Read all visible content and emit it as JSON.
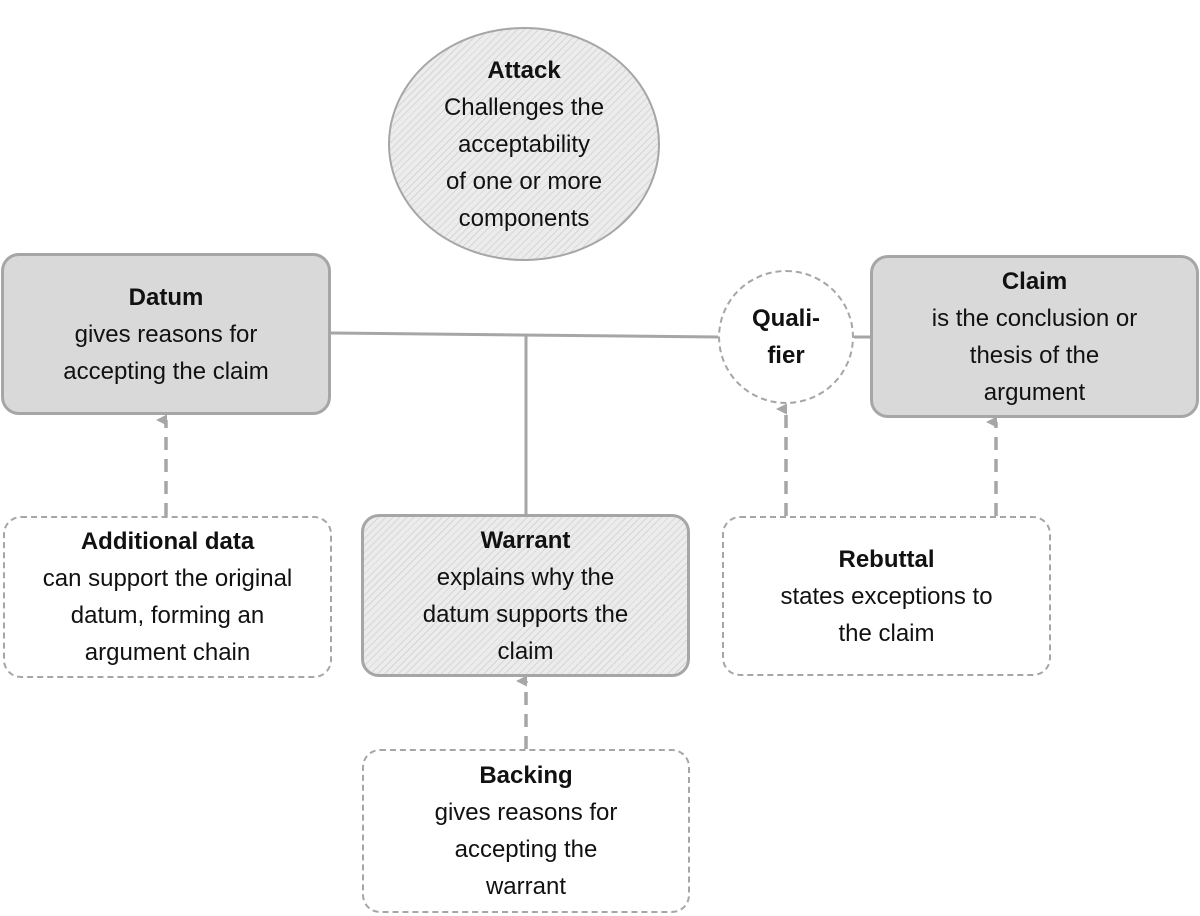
{
  "attack": {
    "title": "Attack",
    "desc": "Challenges the\nacceptability\nof one or more\ncomponents"
  },
  "datum": {
    "title": "Datum",
    "desc": "gives reasons for\naccepting the claim"
  },
  "qualifier": {
    "title": "Quali-\nfier"
  },
  "claim": {
    "title": "Claim",
    "desc": "is the conclusion or\nthesis of the\nargument"
  },
  "additional_data": {
    "title": "Additional data",
    "desc": "can support the original\ndatum, forming an\nargument chain"
  },
  "warrant": {
    "title": "Warrant",
    "desc": "explains why the\ndatum supports the\nclaim"
  },
  "rebuttal": {
    "title": "Rebuttal",
    "desc": "states exceptions to\nthe claim"
  },
  "backing": {
    "title": "Backing",
    "desc": "gives reasons for\naccepting the\nwarrant"
  },
  "colors": {
    "line": "#a6a6a6",
    "solid_fill": "#d9d9d9",
    "hatch_fill": "#ececec",
    "text": "#111111"
  }
}
